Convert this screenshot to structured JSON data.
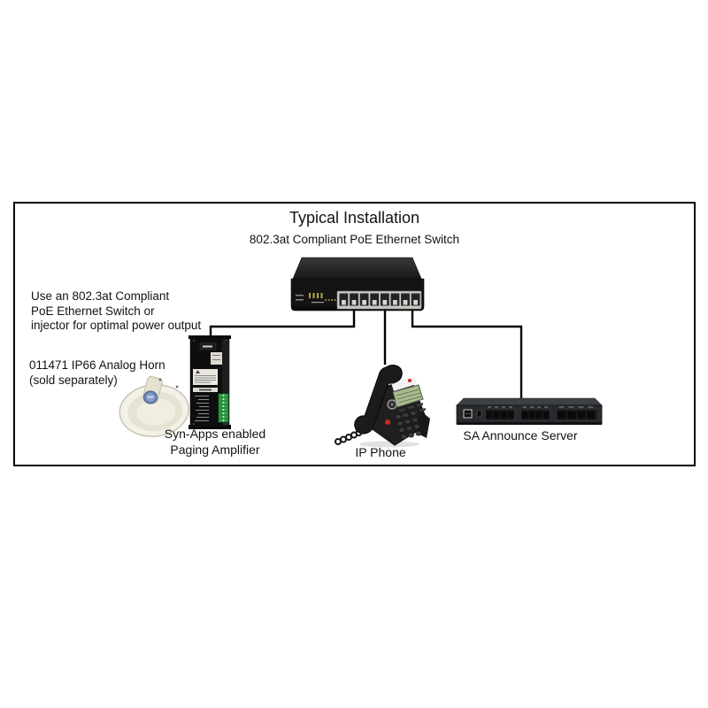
{
  "diagram": {
    "title": "Typical Installation",
    "subtitle": "802.3at Compliant PoE Ethernet Switch",
    "switch_note": "Use an 802.3at Compliant\nPoE Ethernet Switch or\ninjector for optimal power output",
    "horn_note": "011471 IP66 Analog Horn\n(sold separately)",
    "amplifier_label": "Syn-Apps enabled\nPaging Amplifier",
    "phone_label": "IP Phone",
    "server_label": "SA Announce Server",
    "devices": [
      {
        "name": "poe-ethernet-switch",
        "ports": 8
      },
      {
        "name": "paging-amplifier"
      },
      {
        "name": "analog-horn"
      },
      {
        "name": "ip-phone"
      },
      {
        "name": "sa-announce-server"
      }
    ],
    "colors": {
      "frame_border": "#000000",
      "cable_line": "#000000",
      "device_black": "#161616",
      "switch_port_panel": "#c8c7c3",
      "horn_cream": "#f2efe6",
      "phone_screen_green": "#a8bc90",
      "terminal_block_green": "#2f9e44",
      "accent_red": "#c9291e",
      "text": "#131313"
    }
  }
}
